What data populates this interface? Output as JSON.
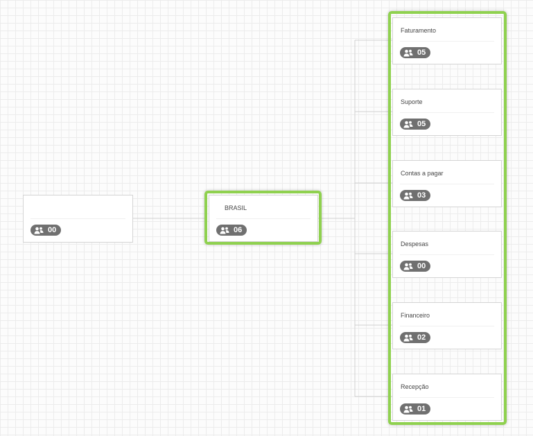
{
  "root": {
    "title": "",
    "count": "00"
  },
  "country": {
    "title": "BRASIL",
    "count": "06"
  },
  "departments": [
    {
      "title": "Faturamento",
      "count": "05"
    },
    {
      "title": "Suporte",
      "count": "05"
    },
    {
      "title": "Contas a pagar",
      "count": "03"
    },
    {
      "title": "Despesas",
      "count": "00"
    },
    {
      "title": "Financeiro",
      "count": "02"
    },
    {
      "title": "Recepção",
      "count": "01"
    }
  ],
  "icons": {
    "members": "users-icon"
  },
  "colors": {
    "highlight": "#8fd14f",
    "badge": "#707070",
    "connector": "#cfcfcf"
  }
}
